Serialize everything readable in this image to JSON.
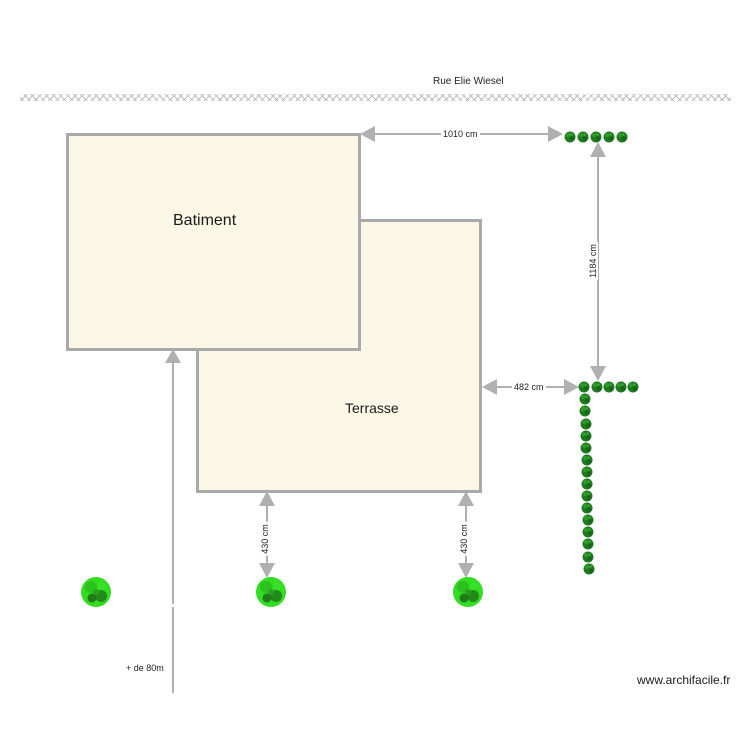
{
  "street": {
    "label": "Rue Elie Wiesel"
  },
  "rooms": {
    "batiment": {
      "label": "Batiment",
      "fill": "#fbf7e6",
      "border": "#a9a9a9"
    },
    "terrasse": {
      "label": "Terrasse",
      "fill": "#fbf7e6",
      "border": "#a9a9a9"
    }
  },
  "dimensions": {
    "top_horizontal": "1010 cm",
    "right_vertical": "1184 cm",
    "terrasse_to_hedge": "482 cm",
    "left_bottom_vertical": "430 cm",
    "right_bottom_vertical": "430 cm",
    "long_distance": "+ de 80m"
  },
  "colors": {
    "dimension_line": "#b0b0b0",
    "hedge_dark": "#1f7a1f",
    "bush_bright": "#33dd22",
    "bush_dark": "#238a1a"
  },
  "credit": {
    "text": "www.archifacile.fr"
  }
}
